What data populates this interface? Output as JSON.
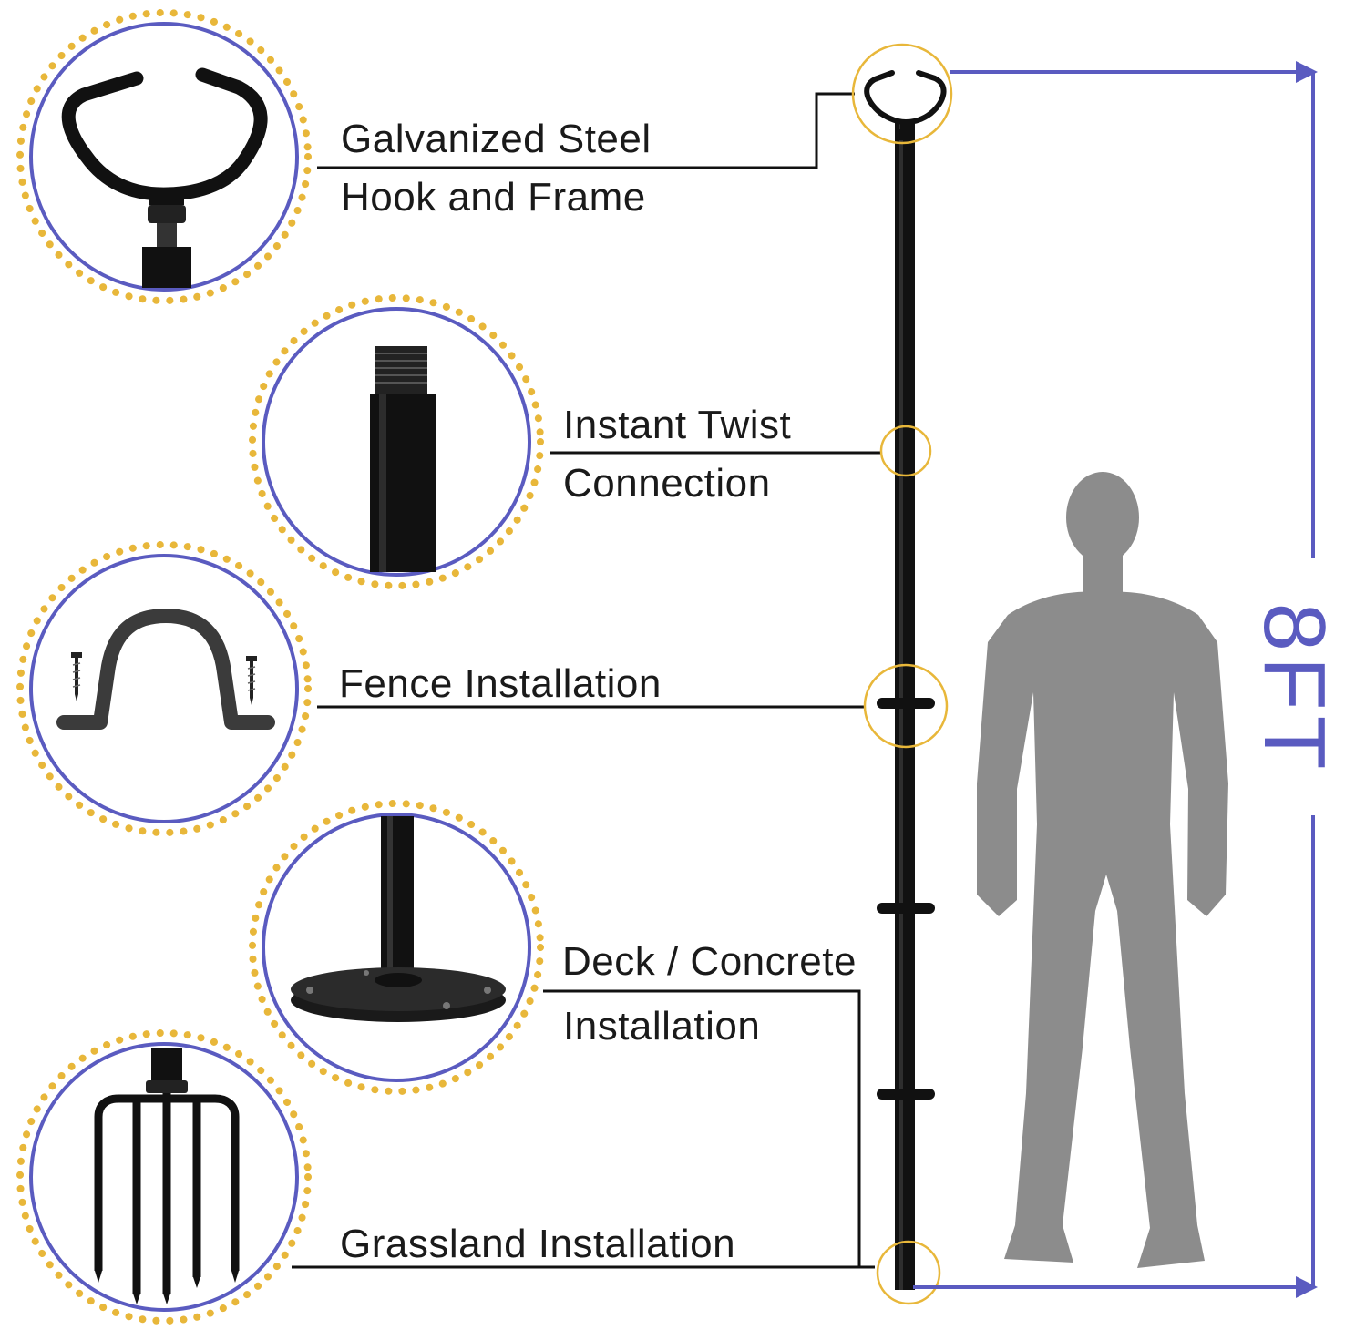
{
  "labels": {
    "hook_line1": "Galvanized Steel",
    "hook_line2": "Hook and Frame",
    "twist_line1": "Instant Twist",
    "twist_line2": "Connection",
    "fence": "Fence Installation",
    "deck_line1": "Deck / Concrete",
    "deck_line2": "Installation",
    "grass": "Grassland Installation"
  },
  "height": "8FT",
  "colors": {
    "dot_ring": "#e8b73a",
    "circle_outline": "#5a5bc0",
    "dimension": "#5a5bc0",
    "pole": "#111111",
    "silhouette": "#8c8c8c",
    "text": "#1a1a1a"
  }
}
